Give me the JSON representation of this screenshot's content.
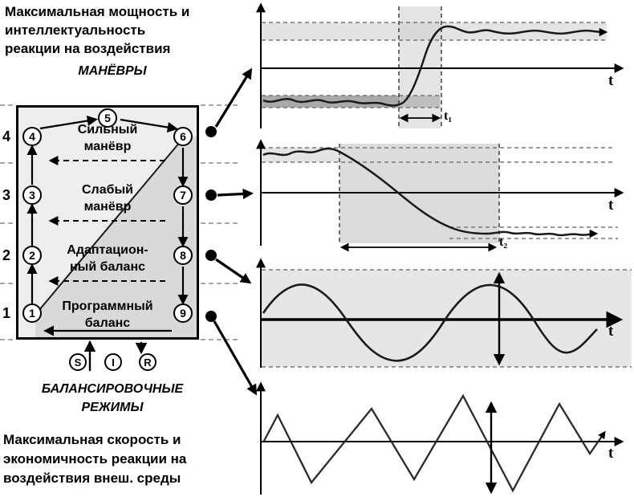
{
  "header": {
    "title_lines": [
      "Максимальная мощность и",
      "интеллектуальность",
      "реакции на воздействия"
    ],
    "maneuvers_label": "МАНЁВРЫ"
  },
  "footer": {
    "balance_lines": [
      "БАЛАНСИРОВОЧНЫЕ",
      "РЕЖИМЫ"
    ],
    "note_lines": [
      "Максимальная скорость и",
      "экономичность реакции на",
      "воздействия внеш. среды"
    ]
  },
  "diagram": {
    "levels": [
      "4",
      "3",
      "2",
      "1"
    ],
    "zones": [
      {
        "line1": "Сильный",
        "line2": "манёвр"
      },
      {
        "line1": "Слабый",
        "line2": "манёвр"
      },
      {
        "line1": "Адаптацион-",
        "line2": "ный баланс"
      },
      {
        "line1": "Программный",
        "line2": "баланс"
      }
    ],
    "nodes": [
      "1",
      "2",
      "3",
      "4",
      "5",
      "6",
      "7",
      "8",
      "9"
    ],
    "io_nodes": [
      "S",
      "I",
      "R"
    ]
  },
  "plots": {
    "time_axis_label": "t",
    "t1_label": "t₁",
    "t2_label": "t₂"
  },
  "colors": {
    "band_light": "#e4e4e4",
    "band_dark": "#a9a9a9",
    "box_fill": "#eeeeee",
    "stroke": "#000000"
  }
}
